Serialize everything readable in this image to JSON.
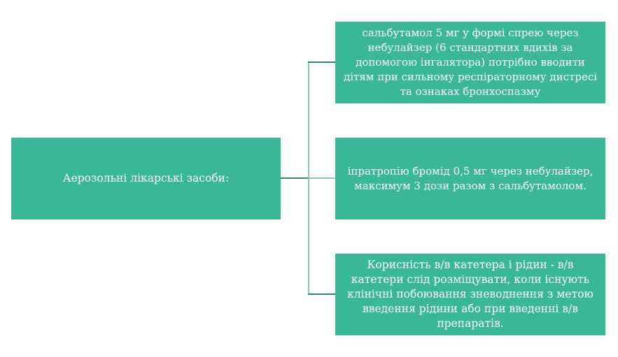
{
  "diagram": {
    "type": "tree",
    "root": {
      "label": "Аерозольні лікарські засоби:"
    },
    "children": [
      {
        "label": "сальбутамол 5 мг у формі спрею через небулайзер (6 стандартних вдихів за допомогою інгалятора) потрібно вводити дітям при сильному респіраторному дистресі та ознаках бронхоспазму"
      },
      {
        "label": "іпратропію бромід 0,5 мг через небулайзер, максимум 3 дози разом з сальбутамолом."
      },
      {
        "label": "Корисність в/в катетера і рідин - в/в катетери слід розміщувати, коли існують клінічні побоювання зневоднення з метою введення рідини або при введенні в/в препаратів."
      }
    ],
    "colors": {
      "node_fill": "#3ab797",
      "node_text": "#ffffff",
      "connector_dark": "#2e8b72",
      "connector_light": "#8cc7b6",
      "background": "#ffffff"
    }
  }
}
